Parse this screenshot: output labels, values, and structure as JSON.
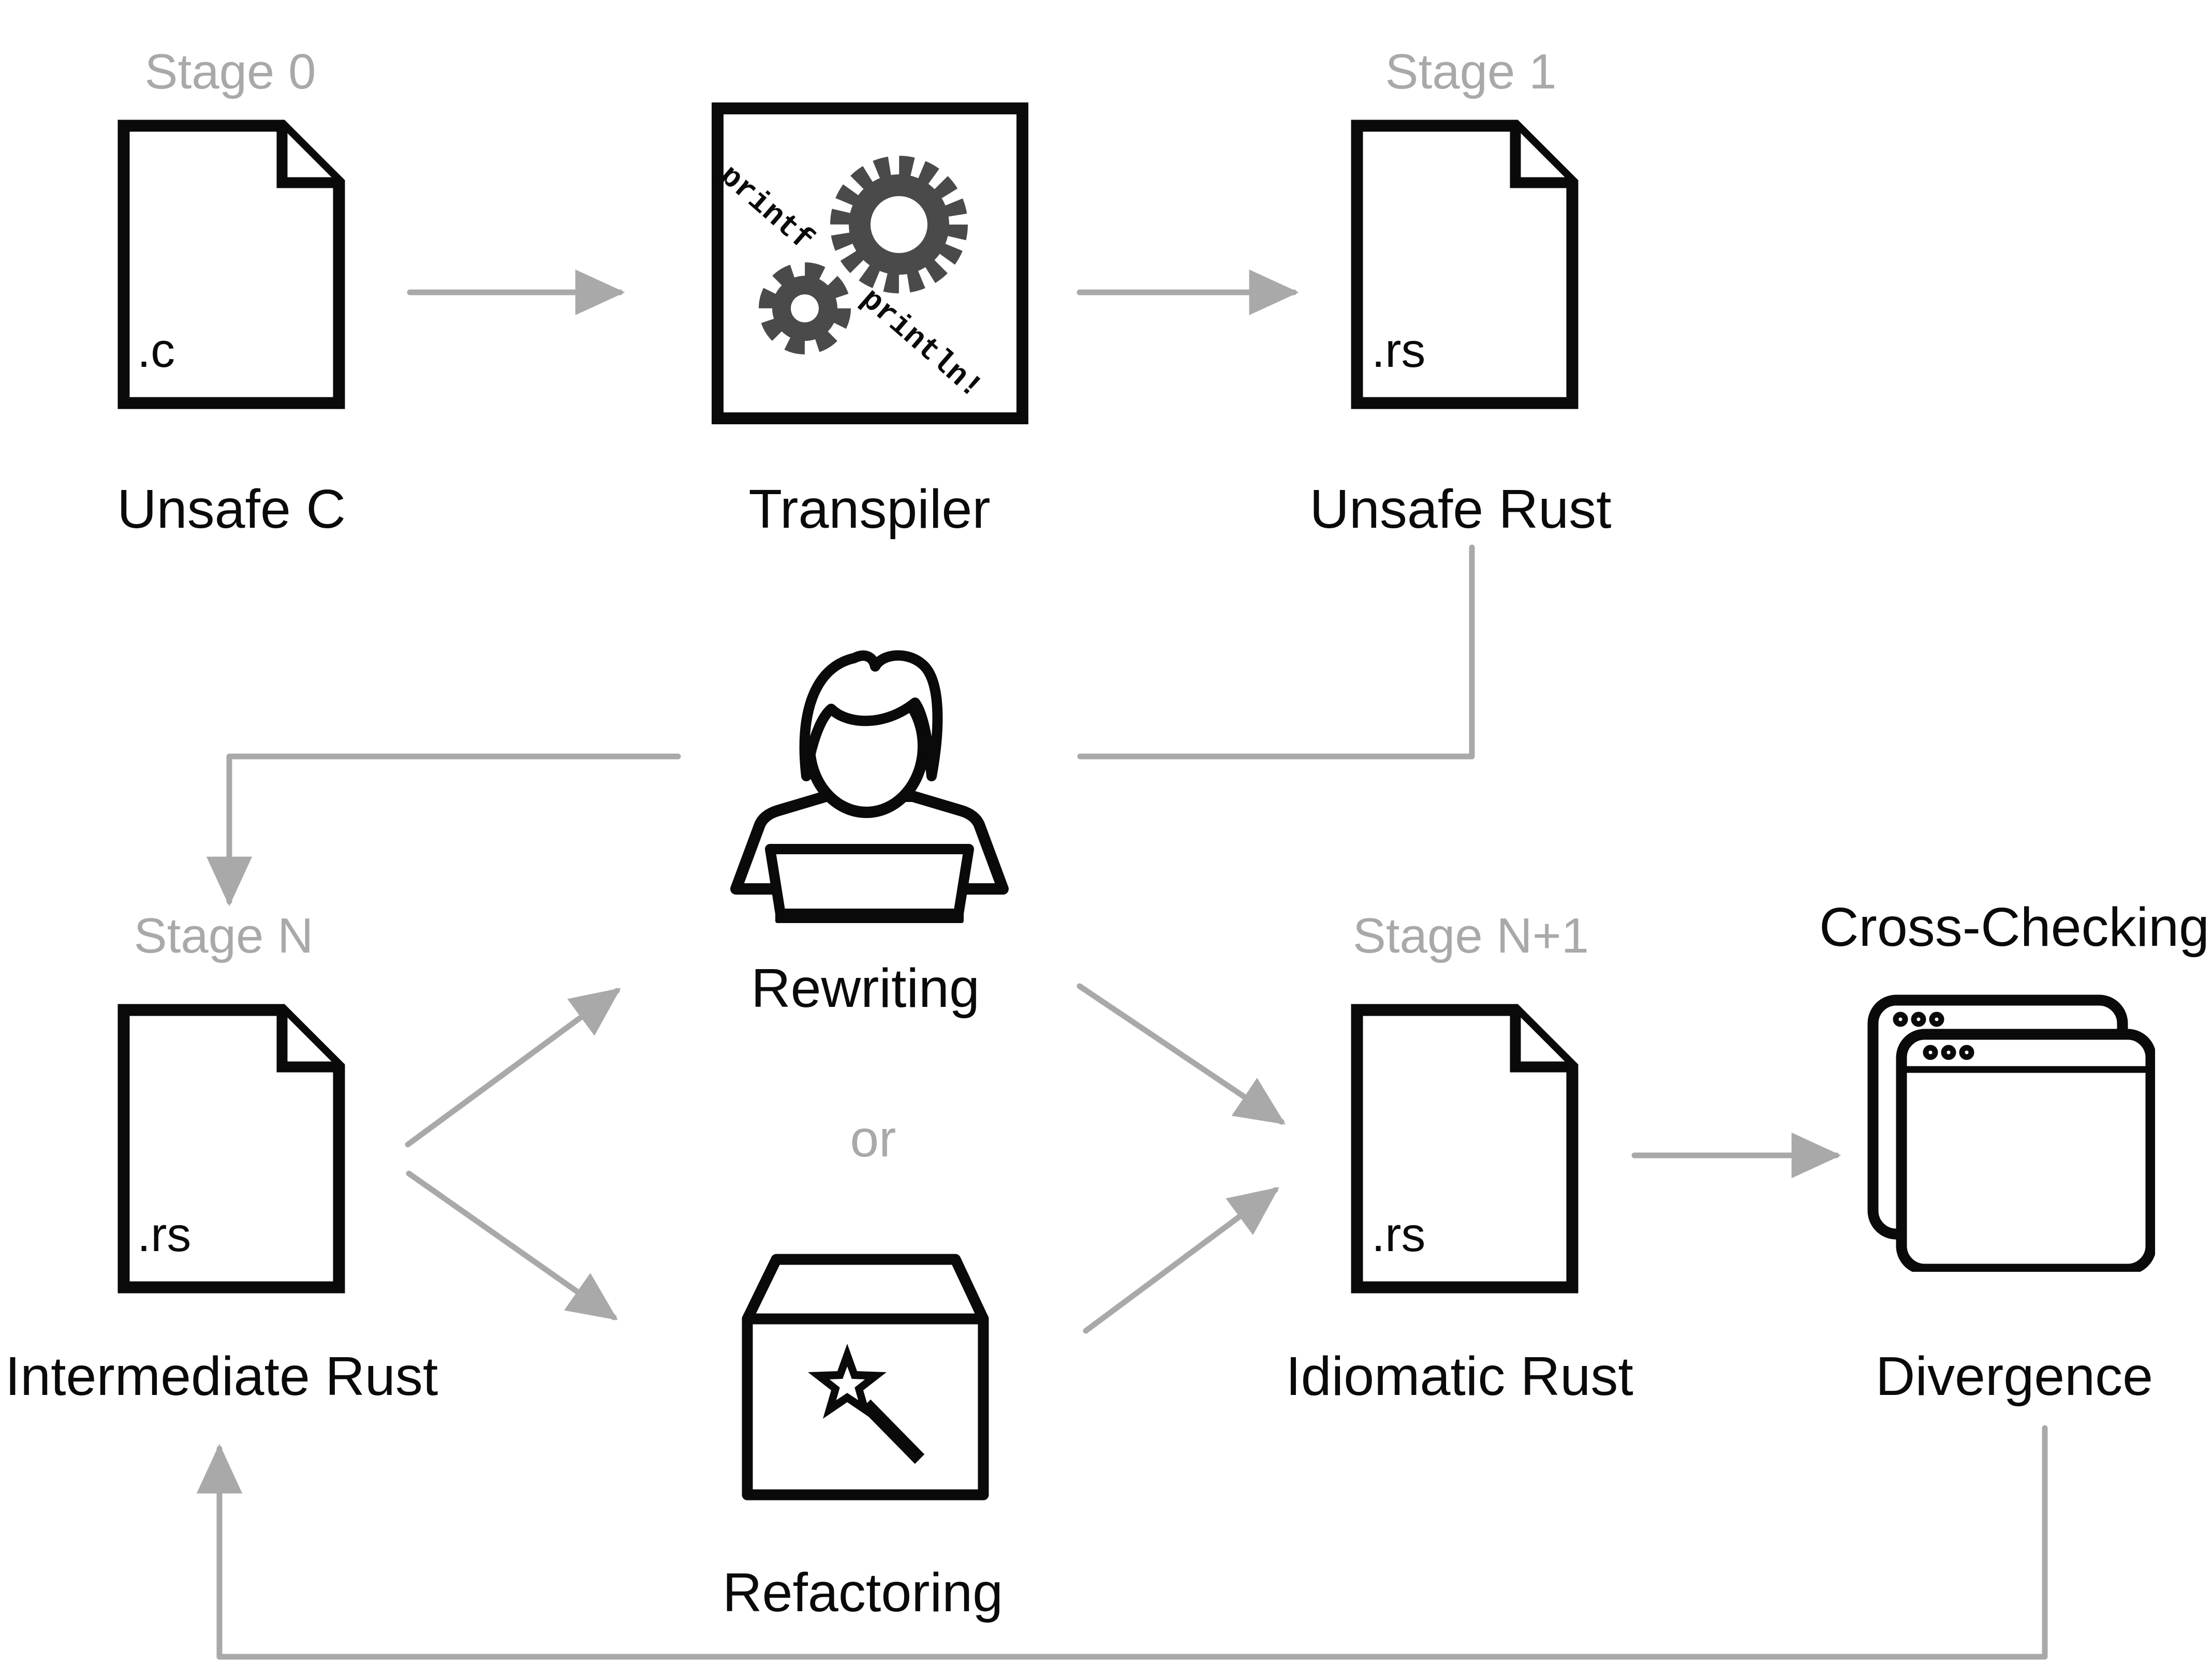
{
  "diagram": {
    "stages": {
      "stage0": "Stage 0",
      "stage1": "Stage 1",
      "stageN": "Stage N",
      "stageN1": "Stage N+1"
    },
    "nodes": {
      "unsafe_c": "Unsafe C",
      "transpiler": "Transpiler",
      "unsafe_rust": "Unsafe Rust",
      "rewriting": "Rewriting",
      "or": "or",
      "refactoring": "Refactoring",
      "intermediate_rust": "Intermediate Rust",
      "idiomatic_rust": "Idiomatic Rust",
      "cross_checking": "Cross-Checking",
      "divergence": "Divergence"
    },
    "file_exts": {
      "unsafe_c": ".c",
      "unsafe_rust": ".rs",
      "intermediate_rust": ".rs",
      "idiomatic_rust": ".rs"
    },
    "transpiler_art": {
      "top_text": "printf",
      "bottom_text": "println!"
    },
    "colors": {
      "ink": "#0a0a0a",
      "muted_gray": "#a9a9a9",
      "gear_gray": "#4a4a4a",
      "background": "#ffffff"
    }
  }
}
